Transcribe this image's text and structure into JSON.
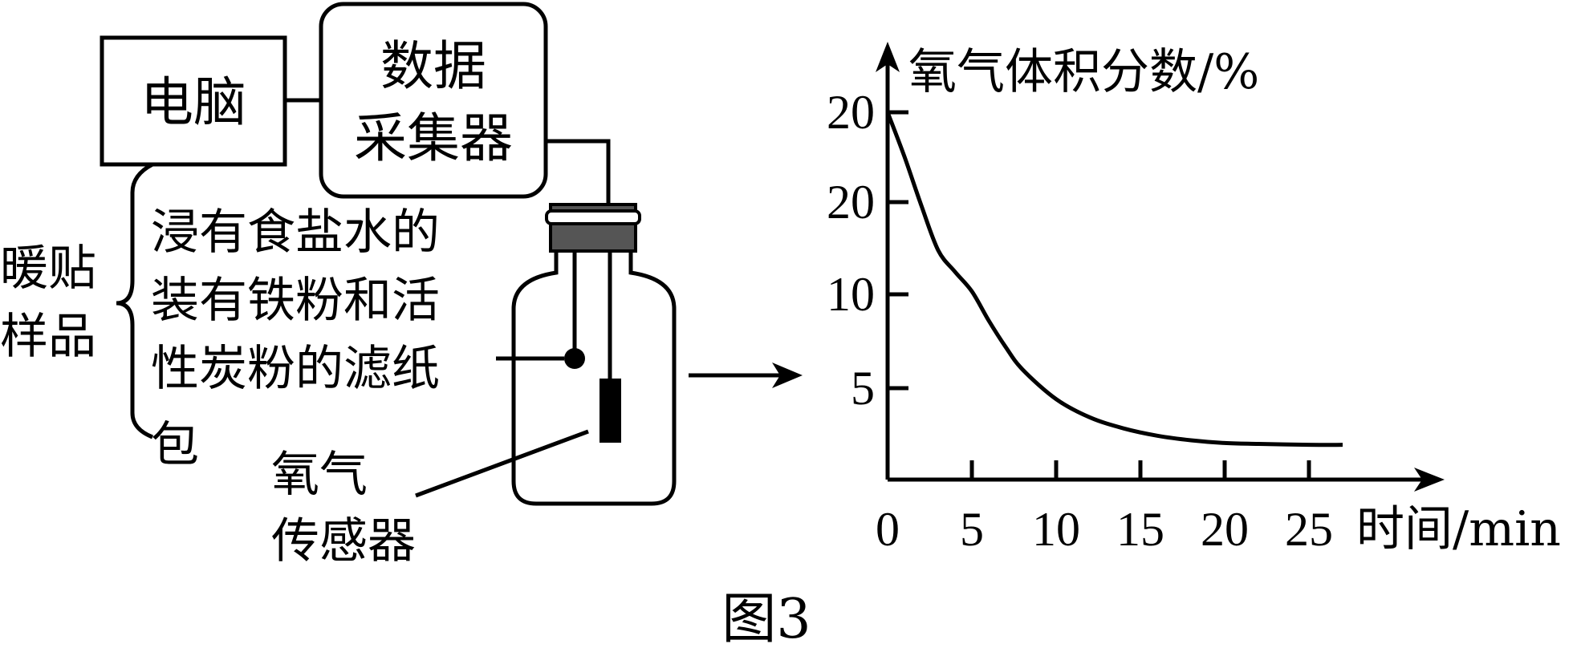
{
  "figure_label": "图3",
  "apparatus": {
    "computer_label": "电脑",
    "collector_label_line1": "数据",
    "collector_label_line2": "采集器",
    "sample_label_line1": "暖贴",
    "sample_label_line2": "样品",
    "filter_pack_label_line1": "浸有食盐水的",
    "filter_pack_label_line2": "装有铁粉和活",
    "filter_pack_label_line3": "性炭粉的滤纸",
    "filter_pack_label_line4": "包",
    "sensor_label_line1": "氧气",
    "sensor_label_line2": "传感器"
  },
  "chart_data": {
    "type": "line",
    "ylabel": "氧气体积分数/%",
    "xlabel": "时间/min",
    "x_ticks": [
      "0",
      "5",
      "10",
      "15",
      "20",
      "25"
    ],
    "y_tick_labels": [
      "5",
      "10",
      "20",
      "20"
    ],
    "series": [
      {
        "x": [
          0,
          1,
          2,
          3,
          4,
          5,
          6,
          7,
          8,
          10,
          12,
          14,
          16,
          18,
          20,
          22,
          25,
          27
        ],
        "y": [
          21,
          19.0,
          16.8,
          14.5,
          12.3,
          10.3,
          8.6,
          7.2,
          6.0,
          4.4,
          3.4,
          2.8,
          2.4,
          2.15,
          2.0,
          1.95,
          1.9,
          1.9
        ]
      }
    ]
  }
}
